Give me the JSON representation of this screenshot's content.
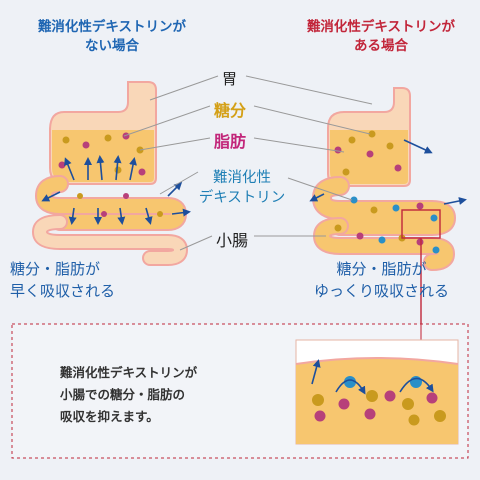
{
  "header_left": {
    "line1": "難消化性デキストリンが",
    "line2": "ない場合"
  },
  "header_right": {
    "line1": "難消化性デキストリンが",
    "line2": "ある場合"
  },
  "labels": {
    "stomach": "胃",
    "sugar": "糖分",
    "fat": "脂肪",
    "dextrin_line1": "難消化性",
    "dextrin_line2": "デキストリン",
    "small_intestine": "小腸"
  },
  "caption_left": {
    "line1": "糖分・脂肪が",
    "line2": "早く吸収される"
  },
  "caption_right": {
    "line1": "糖分・脂肪が",
    "line2": "ゆっくり吸収される"
  },
  "note": {
    "line1": "難消化性デキストリンが",
    "line2": "小腸での糖分・脂肪の",
    "line3": "吸収を抑えます。"
  },
  "colors": {
    "organ_fill": "#f9d7b8",
    "organ_stroke": "#f2a7a0",
    "content_fill": "#f7c66f",
    "sugar_dot": "#c99a1e",
    "fat_dot": "#b7407a",
    "dextrin_dot": "#2a8fc8",
    "arrow": "#1d4f9c",
    "frame_red": "#c0273a"
  }
}
